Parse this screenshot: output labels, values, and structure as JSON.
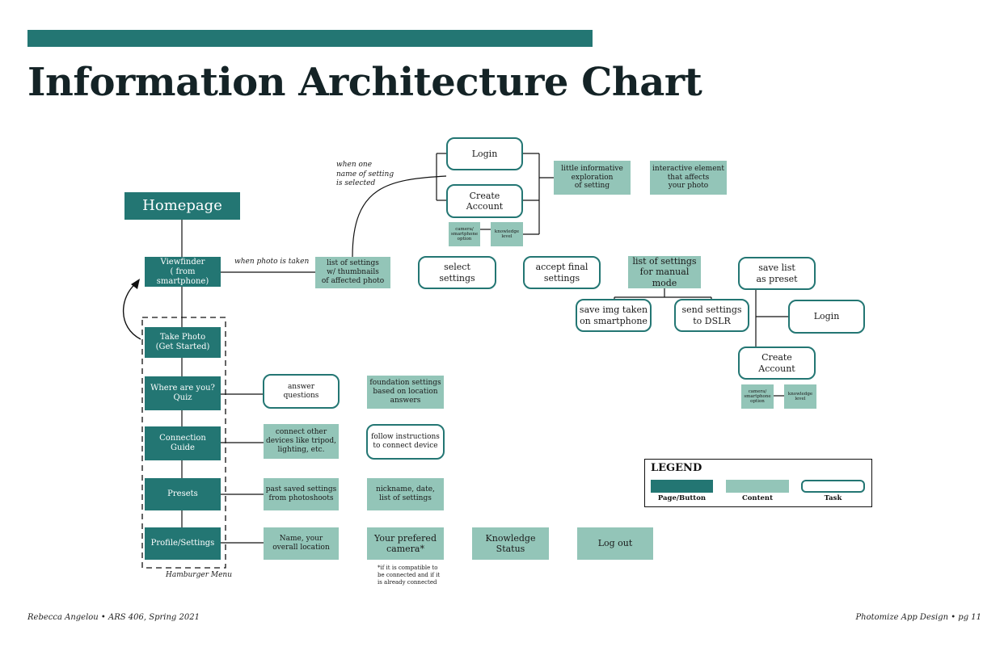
{
  "title": "Information Architecture Chart",
  "colors": {
    "page": "#237673",
    "content": "#93c5b8",
    "task_border": "#237673"
  },
  "nodes": {
    "homepage": "Homepage",
    "viewfinder": "Viewfinder\n( from smartphone)",
    "take_photo": "Take Photo\n(Get Started)",
    "quiz": "Where are you?\nQuiz",
    "connection_guide": "Connection\nGuide",
    "presets": "Presets",
    "profile_settings": "Profile/Settings",
    "answer_questions": "answer\nquestions",
    "foundation_settings": "foundation settings\nbased on location\nanswers",
    "connect_devices": "connect other\ndevices like tripod,\nlighting, etc.",
    "follow_instructions": "follow instructions\nto connect device",
    "past_saved": "past saved settings\nfrom photoshoots",
    "nickname_date": "nickname, date,\nlist of settings",
    "name_location": "Name, your\noverall location",
    "prefered_camera": "Your prefered\ncamera*",
    "knowledge_status": "Knowledge\nStatus",
    "log_out": "Log out",
    "list_thumbnails": "list of settings\nw/ thumbnails\nof affected photo",
    "login_top": "Login",
    "create_account_top": "Create\nAccount",
    "camera_option_top": "camera/\nsmartphone\noption",
    "knowledge_level_top": "knowledge\nlevel",
    "little_informative": "little informative\nexploration\nof setting",
    "interactive_element": "interactive element\nthat affects\nyour photo",
    "select_settings": "select\nsettings",
    "accept_final": "accept final\nsettings",
    "list_manual": "list of settings\nfor manual mode",
    "save_list": "save list\nas preset",
    "save_img": "save img taken\non smartphone",
    "send_settings": "send settings\nto DSLR",
    "login_right": "Login",
    "create_account_right": "Create\nAccount",
    "camera_option_right": "camera/\nsmartphone\noption",
    "knowledge_level_right": "knowledge\nlevel"
  },
  "labels": {
    "when_one": "when one\nname of setting\nis selected",
    "when_photo": "when photo is taken",
    "hamburger": "Hamburger Menu",
    "compat_note": "*if it is compatible to\nbe connected and if it\nis already connected"
  },
  "legend": {
    "title": "LEGEND",
    "page": "Page/Button",
    "content": "Content",
    "task": "Task"
  },
  "footer": {
    "left": "Rebecca Angelou • ARS 406, Spring 2021",
    "right": "Photomize App Design • pg 11"
  }
}
